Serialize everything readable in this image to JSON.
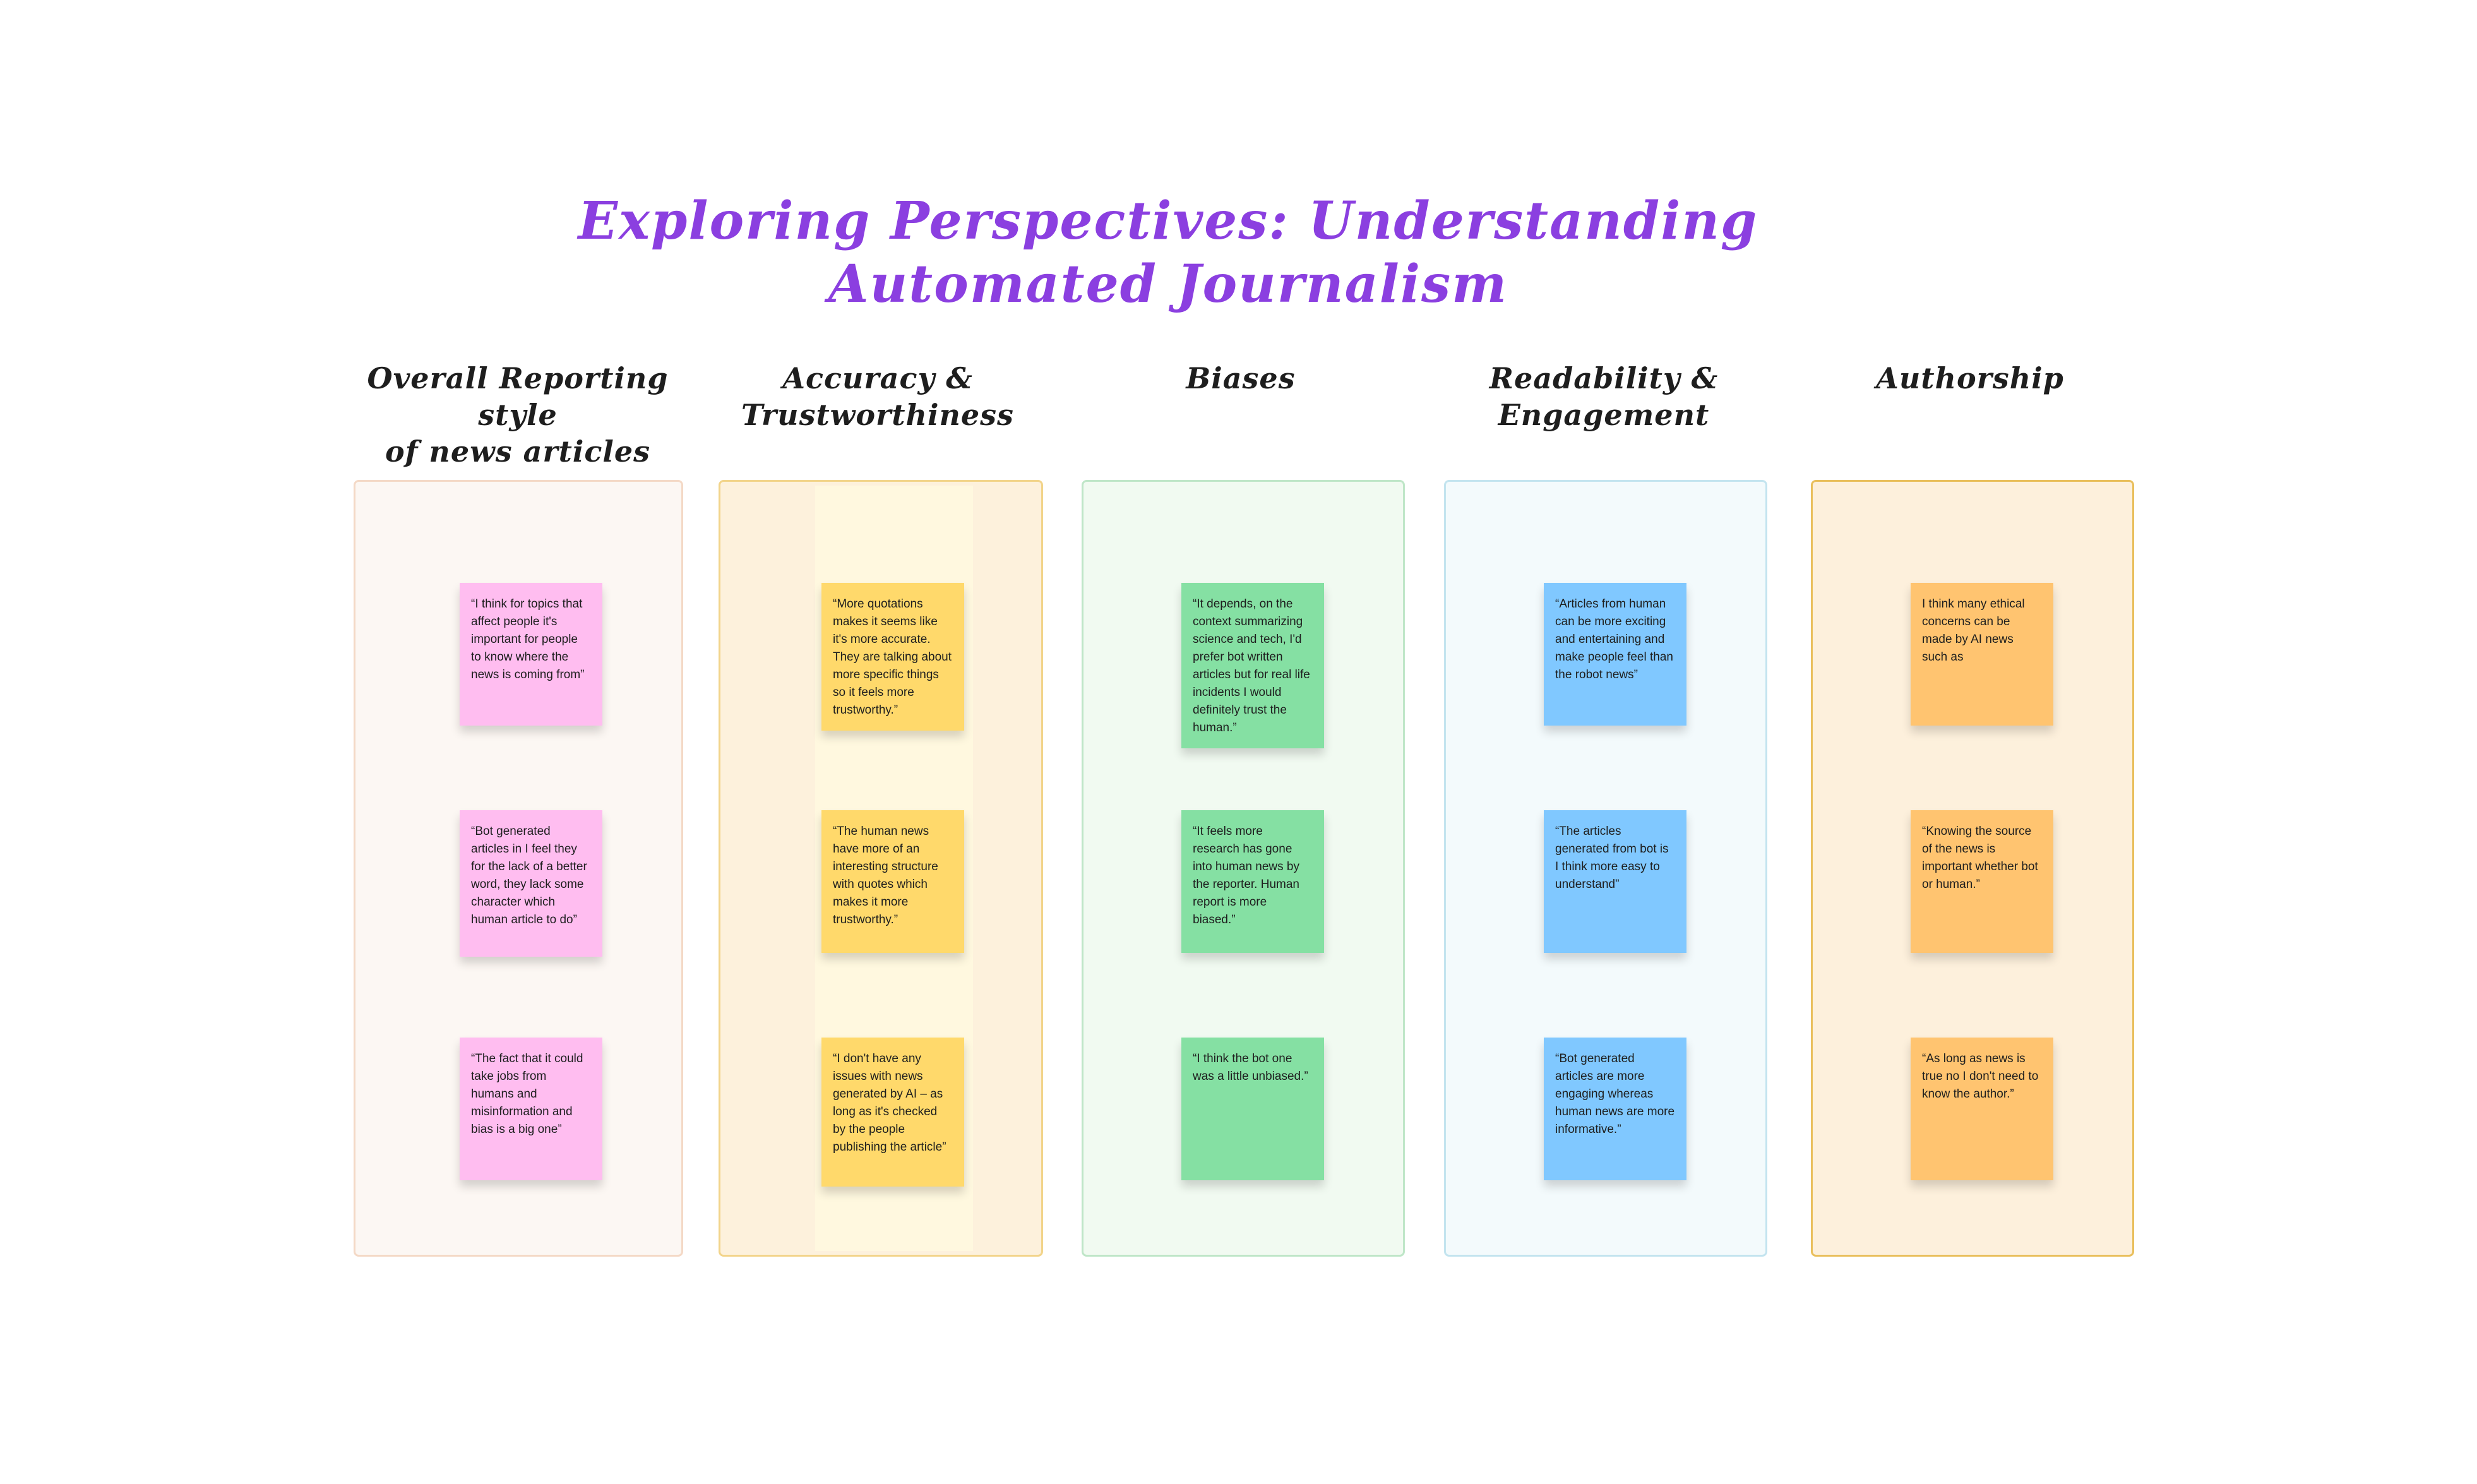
{
  "board": {
    "title_line1": "Exploring Perspectives: Understanding",
    "title_line2": "Automated Journalism",
    "title_color": "#8b3fe0"
  },
  "columns": [
    {
      "heading_lines": [
        "Overall Reporting",
        "style",
        "of news articles"
      ],
      "section_bg": "#fcf7f3",
      "section_border": "#f4d9c6",
      "note_color": "#ffbdf0",
      "notes": [
        "“I think for topics that affect people it's important for people to know where the news is coming from”",
        "“Bot generated articles in I feel they for the lack of a better word, they lack some character which human article to do”",
        "“The fact that it could take jobs from humans and misinformation and bias is a big one”"
      ]
    },
    {
      "heading_lines": [
        "Accuracy &",
        "Trustworthiness"
      ],
      "section_bg": "#fdf1dc",
      "section_border": "#f2d48a",
      "note_color": "#ffd96b",
      "notes": [
        "“More quotations makes it seems like it's more accurate. They are talking about more specific things so it feels more trustworthy.”",
        "“The human news have more of an interesting structure with quotes which makes it more trustworthy.”",
        "“I don't have any issues with news generated by AI – as long as it's checked by the people publishing the article”"
      ]
    },
    {
      "heading_lines": [
        "Biases"
      ],
      "section_bg": "#f1faf1",
      "section_border": "#bfe6c8",
      "note_color": "#85e0a3",
      "notes": [
        "“It depends, on the context summarizing science and tech, I'd prefer bot written articles but for real life incidents I would definitely trust the human.”",
        "“It feels more research has gone into human news by the reporter. Human report is more biased.”",
        "“I think the bot one was a little unbiased.”"
      ]
    },
    {
      "heading_lines": [
        "Readability &",
        "Engagement"
      ],
      "section_bg": "#f3fafc",
      "section_border": "#c3e4ef",
      "note_color": "#80c8ff",
      "notes": [
        "“Articles from human can be more exciting and entertaining and make people feel than the robot news”",
        "“The articles generated from bot is I think more easy to understand”",
        "“Bot generated articles are more engaging whereas human news are more informative.”"
      ]
    },
    {
      "heading_lines": [
        "Authorship"
      ],
      "section_bg": "#fdf0dc",
      "section_border": "#e9bf5c",
      "note_color": "#ffc470",
      "notes": [
        "I think many ethical concerns can be made by AI news such as",
        "“Knowing the source of the news is important whether bot or human.”",
        "“As long as news is true no I don't need to know the author.”"
      ]
    }
  ]
}
